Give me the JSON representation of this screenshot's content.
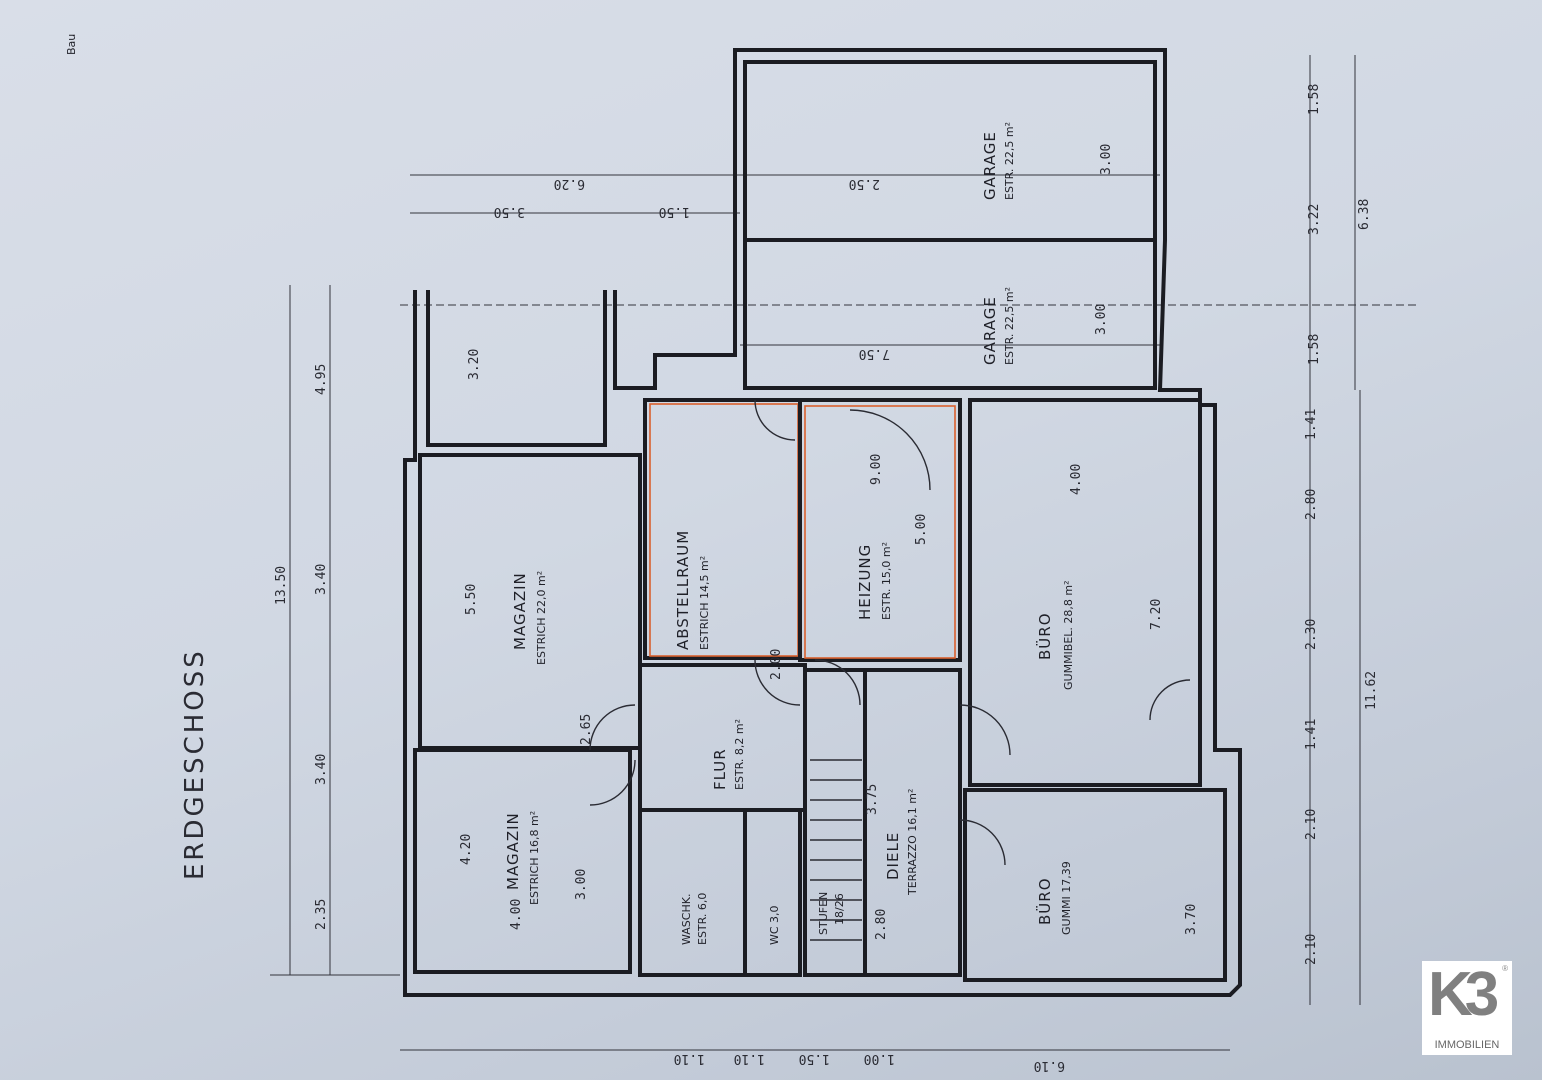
{
  "title": "ERDGESCHOSS",
  "corner_note": "Bau",
  "rooms": {
    "magazin1": {
      "name": "MAGAZIN",
      "floor": "ESTRICH 22,0 m²"
    },
    "magazin2": {
      "name": "MAGAZIN",
      "floor": "ESTRICH 16,8 m²"
    },
    "abstell": {
      "name": "ABSTELLRAUM",
      "floor": "ESTRICH 14,5 m²"
    },
    "heizung": {
      "name": "HEIZUNG",
      "floor": "ESTR. 15,0 m²"
    },
    "flur": {
      "name": "FLUR",
      "floor": "ESTR. 8,2 m²"
    },
    "wasch": {
      "name": "WASCHK.",
      "floor": "ESTR. 6,0"
    },
    "wc": {
      "name": "WC 3,0"
    },
    "stufen": {
      "name": "STUFEN",
      "floor": "18/26"
    },
    "diele": {
      "name": "DIELE",
      "floor": "TERRAZZO 16,1 m²"
    },
    "buero1": {
      "name": "BÜRO",
      "floor": "GUMMIBEL. 28,8 m²"
    },
    "buero2": {
      "name": "BÜRO",
      "floor": "GUMMI 17,39"
    },
    "garage1": {
      "name": "GARAGE",
      "floor": "ESTR. 22,5 m²"
    },
    "garage2": {
      "name": "GARAGE",
      "floor": "ESTR. 22,5 m²"
    }
  },
  "dims": {
    "left_total": "13.50",
    "left_a": "4.95",
    "left_b": "3.40",
    "left_c": "3.40",
    "left_d": "2.35",
    "right_total": "11.62",
    "right_a": "2.10",
    "right_b": "2.10",
    "right_c": "1.41",
    "right_d": "2.30",
    "right_e": "2.80",
    "right_f": "1.41",
    "garage_total": "6.38",
    "garage_a": "1.58",
    "garage_b": "3.22",
    "garage_c": "1.58",
    "top_a": "6.20",
    "top_b": "3.50",
    "top_c": "1.50",
    "top_d": "2.50",
    "top_e": "7.50",
    "bottom_a": "6.10",
    "bottom_b": "1.10",
    "bottom_c": "1.10",
    "bottom_d": "1.50",
    "bottom_e": "1.00",
    "inner_a": "5.50",
    "inner_b": "4.20",
    "inner_c": "3.00",
    "inner_d": "4.00",
    "inner_e": "2.00",
    "inner_f": "7.20",
    "inner_g": "3.70",
    "inner_h": "5.00",
    "inner_i": "9.00",
    "inner_j": "4.00",
    "inner_k": "3.20",
    "inner_l": "2.65",
    "inner_m": "3.75",
    "inner_n": "2.80",
    "inner_o": "3.00",
    "inner_p": "3.00"
  },
  "logo": {
    "brand": "K3",
    "sub": "IMMOBILIEN"
  }
}
